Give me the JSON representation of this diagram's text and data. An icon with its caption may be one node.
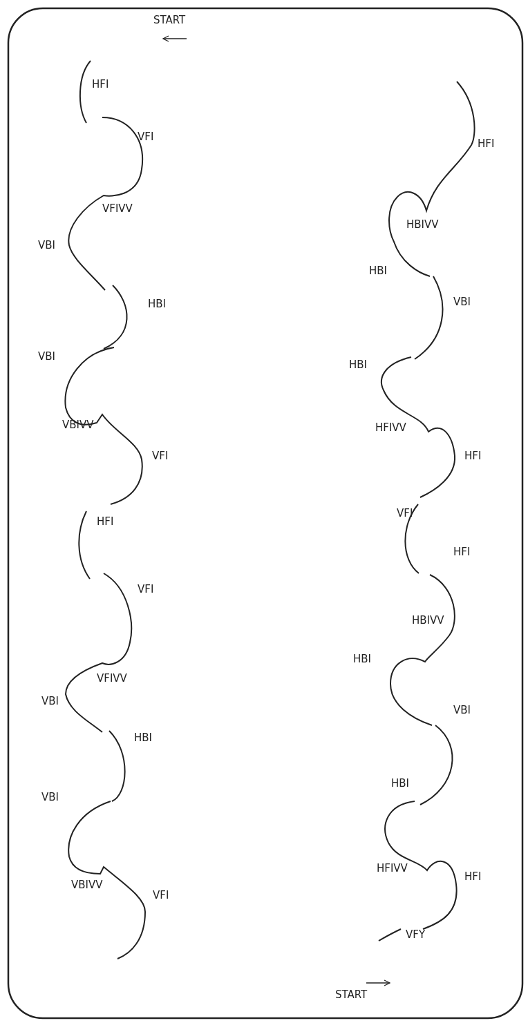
{
  "diagram": {
    "labels": [
      "START",
      "HFI",
      "VFI",
      "VFIVV",
      "VBI",
      "HBI",
      "VBI",
      "VBIVV",
      "VFI",
      "HFI",
      "VFI",
      "VFIVV",
      "VBI",
      "HBI",
      "VBI",
      "VBIVV",
      "VFI",
      "HFI",
      "HBIVV",
      "HBI",
      "VBI",
      "HBI",
      "HFIVV",
      "HFI",
      "VFI",
      "HFI",
      "HBIVV",
      "HBI",
      "VBI",
      "HBI",
      "HFIVV",
      "HFI",
      "VFY",
      "START"
    ]
  }
}
